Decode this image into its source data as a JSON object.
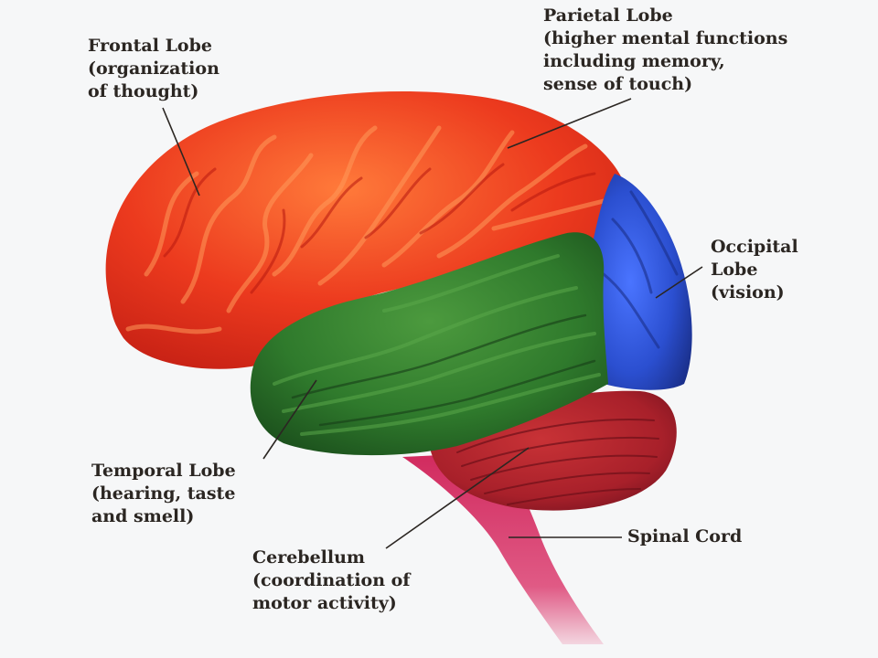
{
  "labels": {
    "frontal": {
      "title": "Frontal Lobe",
      "desc": [
        "(organization",
        "of thought)"
      ]
    },
    "parietal": {
      "title": "Parietal Lobe",
      "desc": [
        "(higher mental functions",
        "including memory,",
        "sense of touch)"
      ]
    },
    "occipital": {
      "title": "Occipital",
      "desc": [
        "Lobe",
        "(vision)"
      ]
    },
    "temporal": {
      "title": "Temporal Lobe",
      "desc": [
        "(hearing, taste",
        "and smell)"
      ]
    },
    "cerebellum": {
      "title": "Cerebellum",
      "desc": [
        "(coordination of",
        "motor activity)"
      ]
    },
    "spinal": {
      "title": "Spinal Cord",
      "desc": []
    }
  },
  "colors": {
    "frontal_parietal": "#e8351f",
    "temporal": "#2f7a2c",
    "occipital": "#2b4fd0",
    "cerebellum": "#a8202a",
    "spinal_cord": "#d23a6a",
    "label_text": "#2b2622"
  }
}
